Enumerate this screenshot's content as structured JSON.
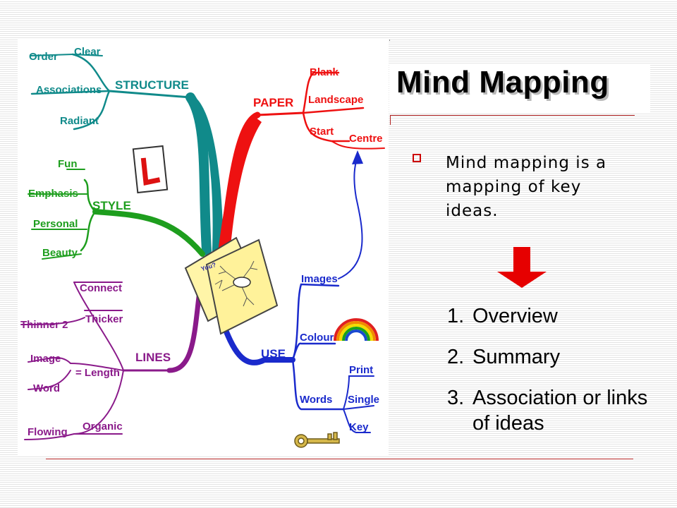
{
  "slide": {
    "title": "Mind Mapping",
    "bullet": "Mind mapping is a mapping of key ideas.",
    "list": [
      {
        "num": "1.",
        "text": "Overview"
      },
      {
        "num": "2.",
        "text": "Summary"
      },
      {
        "num": "3.",
        "text": "Association or links of ideas"
      }
    ]
  },
  "mindmap": {
    "branches": {
      "structure": {
        "label": "STRUCTURE",
        "color": "#108a8a",
        "children": [
          "Clear",
          "Order",
          "Associations",
          "Radiant"
        ]
      },
      "style": {
        "label": "STYLE",
        "color": "#1e9e1e",
        "children": [
          "Fun",
          "Emphasis",
          "Personal",
          "Beauty"
        ]
      },
      "lines": {
        "label": "LINES",
        "color": "#8a1a8a",
        "children": [
          "Connect",
          "Thicker",
          "Thinner 2",
          "Image",
          "= Length",
          "Word",
          "Flowing",
          "Organic"
        ]
      },
      "paper": {
        "label": "PAPER",
        "color": "#ee1111",
        "children": [
          "Blank",
          "Landscape",
          "Start",
          "Centre"
        ]
      },
      "use": {
        "label": "USE",
        "color": "#1a2acc",
        "children": [
          "Images",
          "Colour",
          "Words",
          "Print",
          "Single",
          "Key"
        ]
      }
    },
    "centre_note": "You?"
  },
  "colors": {
    "accent": "#cc0000",
    "rule": "#b22222",
    "arrow": "#e60000"
  },
  "icons": [
    "l-plate-icon",
    "rainbow-icon",
    "key-icon",
    "paper-sketch-icon",
    "square-bullet-icon",
    "down-arrow-icon"
  ]
}
